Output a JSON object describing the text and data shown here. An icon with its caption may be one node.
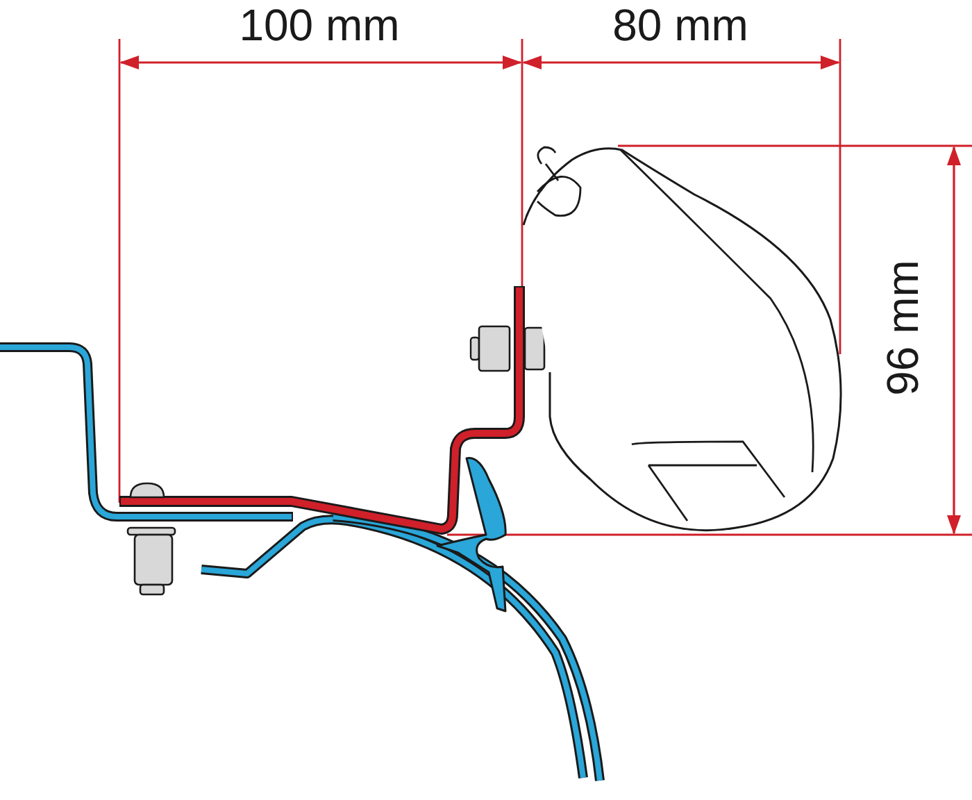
{
  "diagram": {
    "labels": [
      "100 mm",
      "80 mm",
      "96 mm"
    ]
  }
}
